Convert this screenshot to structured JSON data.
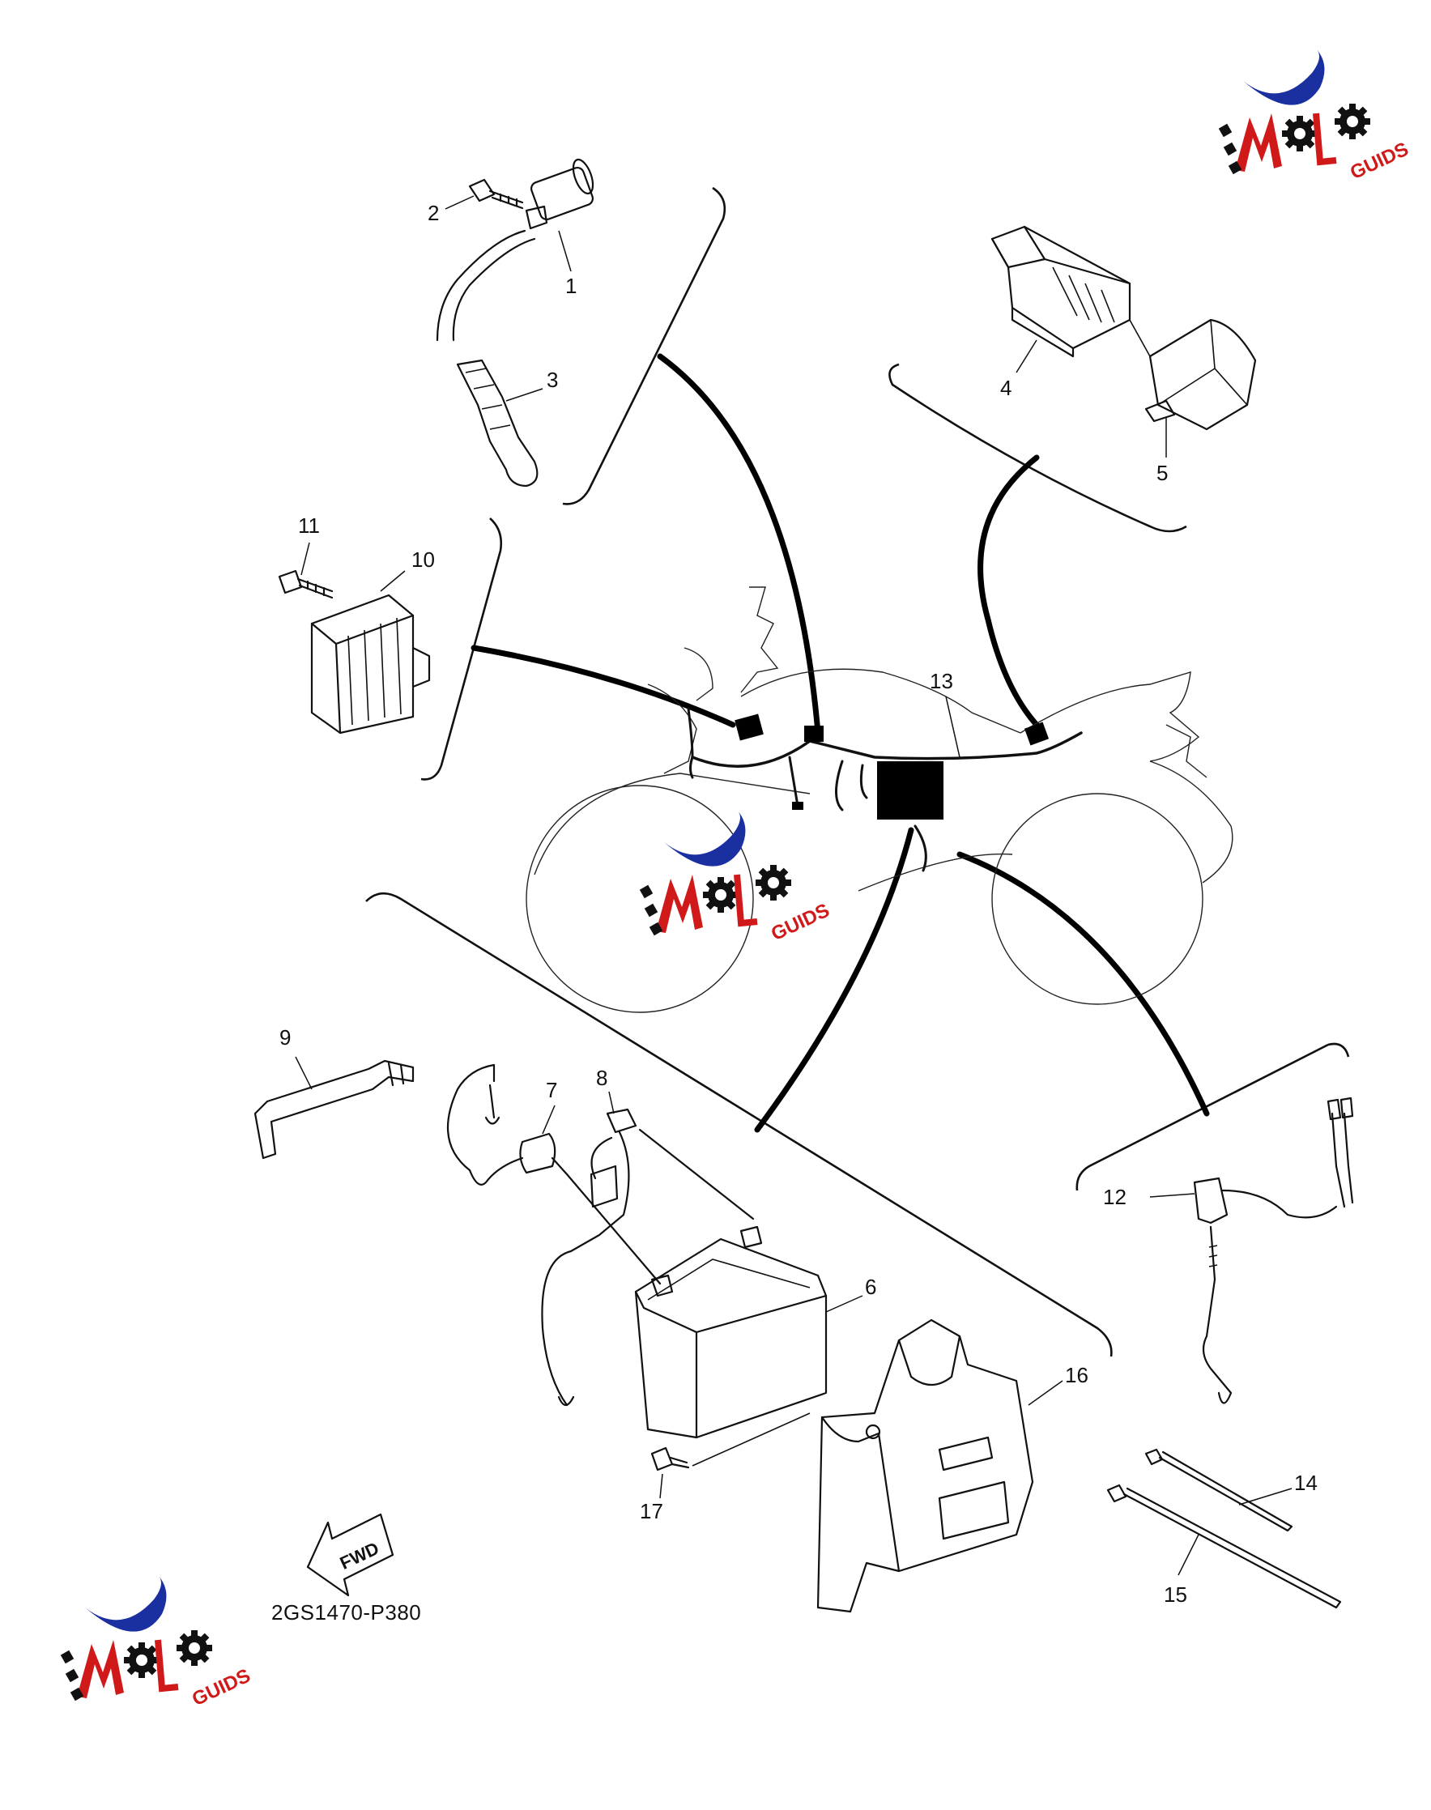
{
  "diagram_code": "2GS1470-P380",
  "fwd_label": "FWD",
  "logo": {
    "guids_text": "GUIDS",
    "brand_blue": "#1a2fa0",
    "brand_red": "#d01a1a"
  },
  "callouts": [
    "1",
    "2",
    "3",
    "4",
    "5",
    "6",
    "7",
    "8",
    "9",
    "10",
    "11",
    "12",
    "13",
    "14",
    "15",
    "16",
    "17"
  ]
}
